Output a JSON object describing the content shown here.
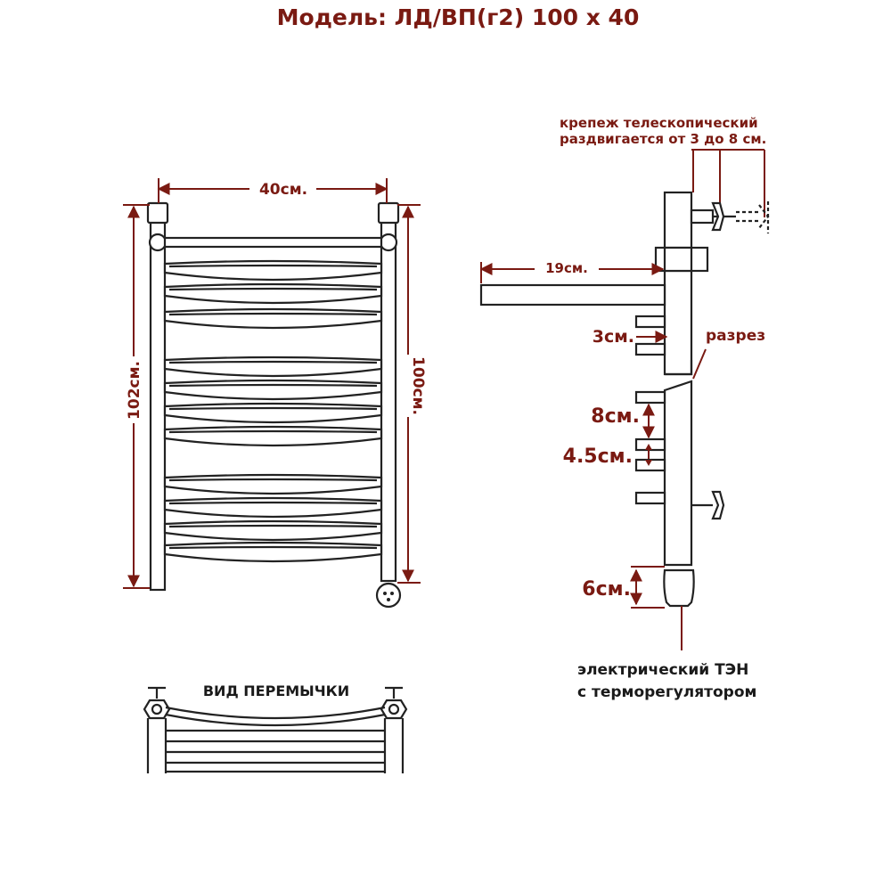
{
  "title": "Модель: ЛД/ВП(г2) 100 х 40",
  "front_view": {
    "width_label": "40см.",
    "total_height_label": "102см.",
    "inner_height_label": "100см."
  },
  "jumper_view": {
    "label": "ВИД ПЕРЕМЫЧКИ"
  },
  "side_view": {
    "mount_label_line1": "крепеж телескопический",
    "mount_label_line2": "раздвигается от 3 до 8 см.",
    "depth_label": "19см.",
    "gap_3_label": "3см.",
    "section_label": "разрез",
    "gap_8_label": "8см.",
    "gap_45_label": "4.5см.",
    "gap_6_label": "6см.",
    "heater_label_line1": "электрический ТЭН",
    "heater_label_line2": "с терморегулятором"
  },
  "colors": {
    "accent": "#7a1a12",
    "line": "#222222"
  }
}
